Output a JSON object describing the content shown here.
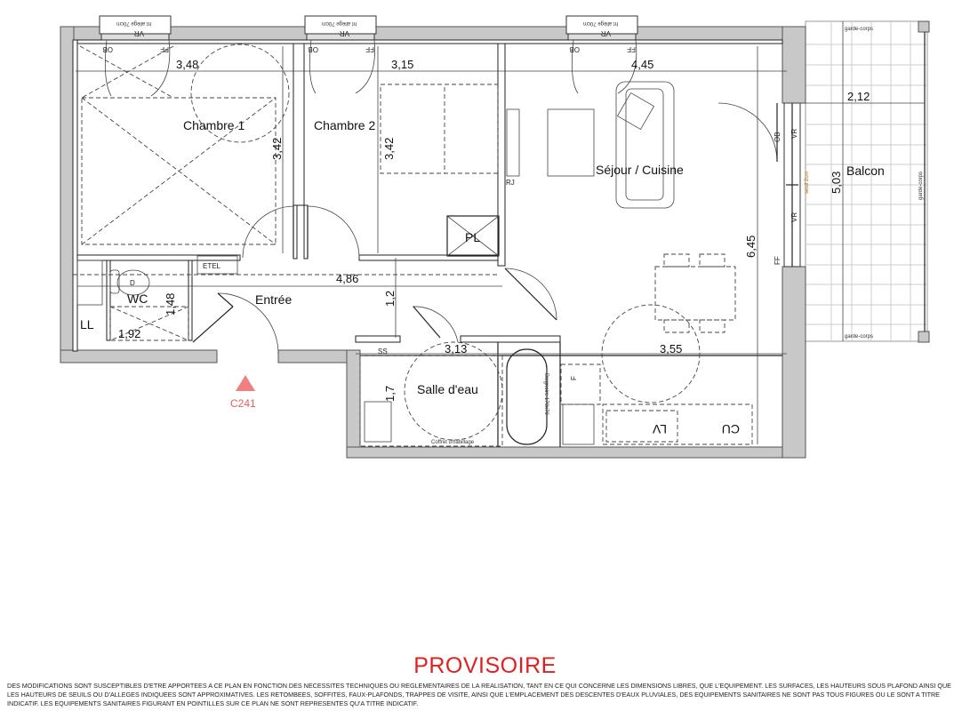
{
  "plan": {
    "rooms": {
      "chambre1": "Chambre 1",
      "chambre2": "Chambre 2",
      "sejour": "Séjour / Cuisine",
      "balcon": "Balcon",
      "wc": "WC",
      "ll": "LL",
      "entree": "Entrée",
      "salle_eau": "Salle d'eau",
      "pl": "PL"
    },
    "dimensions": {
      "ch1_width": "3,48",
      "ch2_width": "3,15",
      "sejour_width": "4,45",
      "ch1_depth": "3,42",
      "ch2_depth": "3,42",
      "balcon_width": "2,12",
      "balcon_depth": "5,03",
      "sejour_depth": "6,45",
      "entree_width": "4,86",
      "entree_depth": "1,2",
      "wc_depth": "1,48",
      "wc_width": "1,92",
      "salle_width": "3,13",
      "salle_depth": "1,7",
      "kitchen_width": "3,55"
    },
    "annotations": {
      "allege": "ht allège 70cm",
      "vr": "VR",
      "ob": "OB",
      "ff": "FF",
      "garde_corps": "garde-corps",
      "seuil": "seuil 2cm",
      "rj": "RJ",
      "etel": "ETEL",
      "ss": "SS",
      "baignoire": "Baignoire 170x70",
      "coffret": "Coffret d'habillage",
      "f": "F",
      "lv": "LV",
      "cu": "CU",
      "d": "D"
    },
    "lot_marker": "C241",
    "lot_marker_color": "#f08080"
  },
  "footer": {
    "title": "PROVISOIRE",
    "disclaimer": "Des modifications sont susceptibles d'etre apportees a ce plan en fonction des necessites techniques ou reglementaires de la realisation, tant en ce qui concerne les dimensions libres, que l'equipement. Les surfaces, les hauteurs sous plafond ainsi que les hauteurs de seuils ou d'alleges indiquees sont approximatives. Les retombees, soffites, faux-plafonds, trappes de visite, ainsi que l'emplacement des descentes d'eaux pluviales, des equipements sanitaires ne sont pas tous figures ou le sont a titre indicatif. Les equipements sanitaires figurant en pointilles sur ce plan ne sont representes qu'a titre indicatif."
  }
}
